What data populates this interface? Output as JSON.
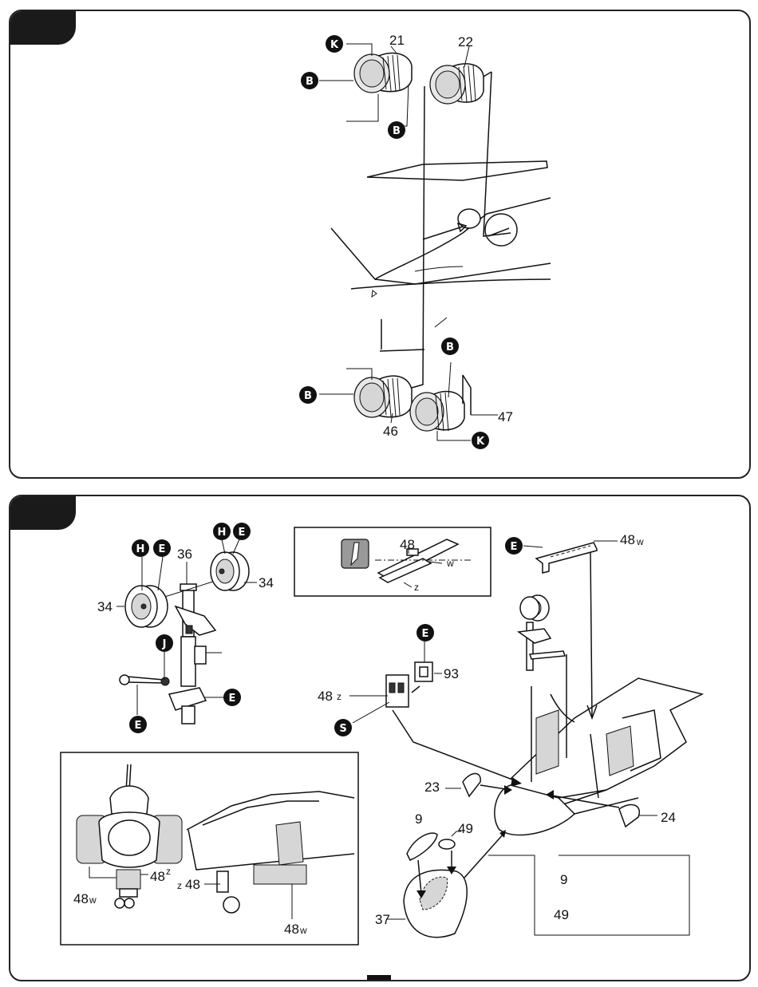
{
  "step1": {
    "parts": {
      "p21": "21",
      "p22": "22",
      "p46": "46",
      "p47": "47"
    },
    "color_codes": {
      "k_top": "K",
      "b_top_left": "B",
      "b_top_under": "B",
      "b_bottom_right": "B",
      "b_bottom_left": "B",
      "k_bottom": "K"
    }
  },
  "step2": {
    "parts": {
      "p36": "36",
      "p34_left": "34",
      "p34_right": "34",
      "p48_inset": "48",
      "w_inset": "w",
      "z_inset": "z",
      "p48w_door": "48",
      "w_door": "w",
      "p93": "93",
      "p48z": "48",
      "z_48z": "z",
      "p23": "23",
      "p24": "24",
      "p9": "9",
      "p49": "49",
      "p37": "37",
      "note_9": "9",
      "note_49": "49",
      "view_48w_left": "48",
      "view_w_left": "w",
      "view_48z_left": "48",
      "view_z_left": "z",
      "view_z48_right_z": "z",
      "view_z48_right": "48",
      "view_48w_right": "48",
      "view_w_right": "w"
    },
    "color_codes": {
      "h_left": "H",
      "e_left": "E",
      "h_right": "H",
      "e_right": "E",
      "j": "J",
      "e_strut": "E",
      "e_arm": "E",
      "e_door": "E",
      "e_93": "E",
      "s": "S"
    }
  }
}
